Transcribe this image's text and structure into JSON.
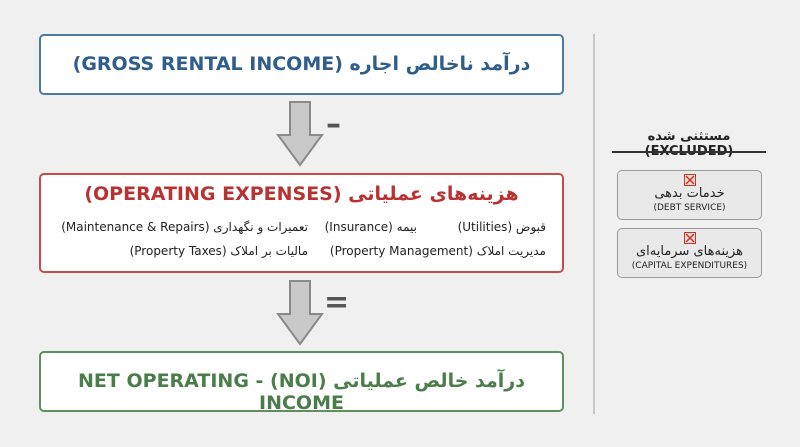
{
  "gross": {
    "title": "درآمد ناخالص اجاره (GROSS RENTAL INCOME)"
  },
  "minus_sign": "–",
  "equals_sign": "=",
  "opex": {
    "title": "هزینه‌های عملیاتی (OPERATING EXPENSES)",
    "items": [
      "قبوض (Utilities)",
      "بیمه (Insurance)",
      "تعمیرات و نگهداری (Maintenance & Repairs)",
      "مدیریت املاک (Property Management)",
      "مالیات بر املاک (Property Taxes)"
    ]
  },
  "noi": {
    "title": "درآمد خالص عملیاتی (NOI) - NET OPERATING INCOME"
  },
  "excluded": {
    "title": "مستثنی شده (EXCLUDED)",
    "items": [
      {
        "fa": "خدمات بدهی",
        "en": "(DEBT SERVICE)"
      },
      {
        "fa": "هزینه‌های سرمایه‌ای",
        "en": "(CAPITAL EXPENDITURES)"
      }
    ]
  },
  "colors": {
    "gross_border": "#4c7aa6",
    "opex_border": "#c94a4a",
    "noi_border": "#5f8f5f",
    "arrow": "#c9c9c9",
    "excluded_icon": "#c0392b"
  }
}
